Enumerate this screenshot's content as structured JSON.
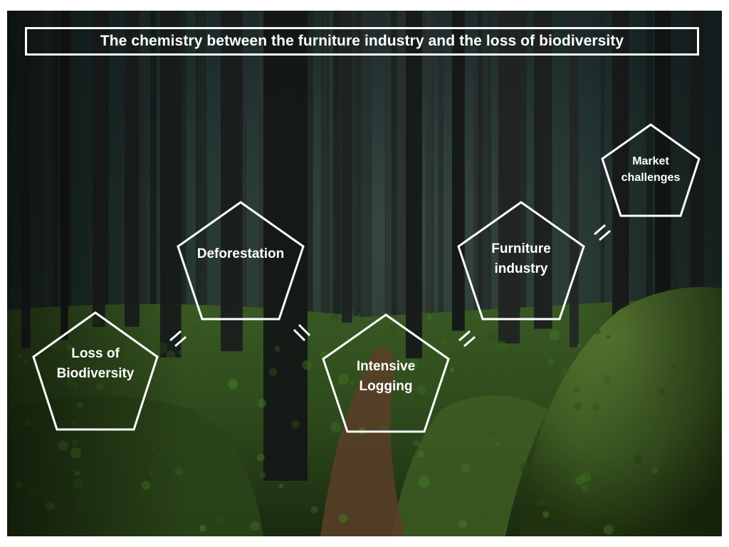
{
  "title": "The chemistry between the furniture industry and the loss of biodiversity",
  "nodes": {
    "loss_of_biodiversity": {
      "label": "Loss of\nBiodiversity"
    },
    "deforestation": {
      "label": "Deforestation"
    },
    "intensive_logging": {
      "label": "Intensive\nLogging"
    },
    "furniture_industry": {
      "label": "Furniture\nindustry"
    },
    "market_challenges": {
      "label": "Market\nchallenges"
    }
  },
  "colors": {
    "outline": "#ffffff",
    "text": "#ffffff",
    "forest_dark": "#0f1a19",
    "moss": "#3c5a22"
  }
}
